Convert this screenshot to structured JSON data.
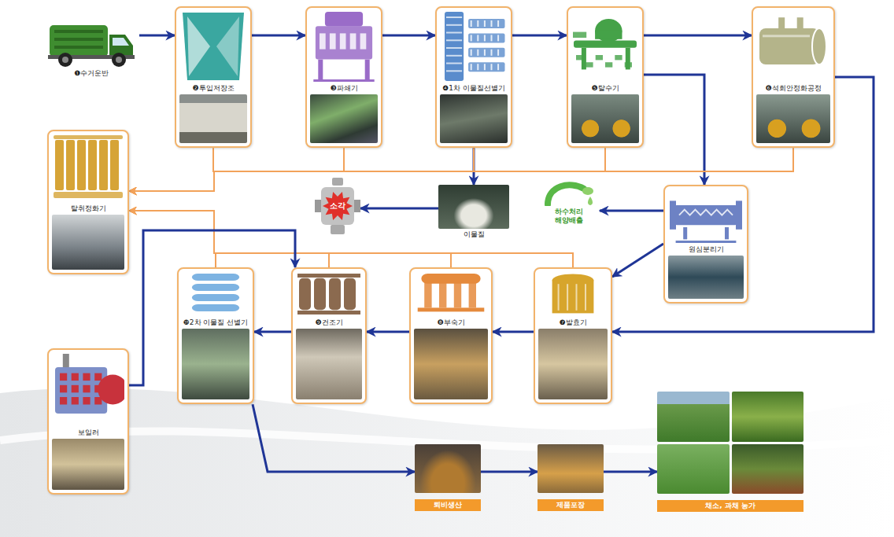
{
  "diagram": {
    "nodes": [
      {
        "text": [
          "❶수거운반"
        ]
      },
      {
        "text": [
          "❷투입저장조"
        ]
      },
      {
        "text": [
          "❸파쇄기"
        ]
      },
      {
        "text": [
          "❹1차 이물질선별기"
        ]
      },
      {
        "text": [
          "❺탈수기"
        ]
      },
      {
        "text": [
          "❻석회안정화공정"
        ]
      },
      {
        "text": [
          "탈취정화기"
        ]
      },
      {
        "text": [
          "소각"
        ]
      },
      {
        "text": [
          "이물질"
        ]
      },
      {
        "text": [
          "하수처리 해양배출"
        ]
      },
      {
        "text": [
          "원심분리기"
        ]
      },
      {
        "text": [
          "❿2차 이물질 선별기"
        ]
      },
      {
        "text": [
          "❾건조기"
        ]
      },
      {
        "text": [
          "❽부숙기"
        ]
      },
      {
        "text": [
          "❼발효기"
        ]
      },
      {
        "text": [
          "보일러"
        ]
      },
      {
        "text": [
          "퇴비생산"
        ]
      },
      {
        "text": [
          "제품포장"
        ]
      },
      {
        "text": [
          "채소, 과채 농가"
        ]
      }
    ],
    "edges": [
      {
        "from": 0,
        "to": 1,
        "arrow": "to"
      },
      {
        "from": 1,
        "to": 2,
        "arrow": "to"
      },
      {
        "from": 2,
        "to": 3,
        "arrow": "to"
      },
      {
        "from": 3,
        "to": 4,
        "arrow": "to"
      },
      {
        "from": 4,
        "to": 5,
        "arrow": "to"
      },
      {
        "from": 3,
        "to": 8,
        "arrow": "to"
      },
      {
        "from": 4,
        "to": 10,
        "arrow": "to"
      },
      {
        "from": 5,
        "to": 14,
        "arrow": "to"
      },
      {
        "from": 10,
        "to": 9,
        "arrow": "to"
      },
      {
        "from": 10,
        "to": 14,
        "arrow": "to"
      },
      {
        "from": 8,
        "to": 7,
        "arrow": "to"
      },
      {
        "from": 1,
        "to": 6,
        "arrow": "to"
      },
      {
        "from": 2,
        "to": 6,
        "arrow": "to"
      },
      {
        "from": 3,
        "to": 6,
        "arrow": "to"
      },
      {
        "from": 4,
        "to": 6,
        "arrow": "to"
      },
      {
        "from": 5,
        "to": 6,
        "arrow": "to"
      },
      {
        "from": 11,
        "to": 6,
        "arrow": "to"
      },
      {
        "from": 12,
        "to": 6,
        "arrow": "to"
      },
      {
        "from": 13,
        "to": 6,
        "arrow": "to"
      },
      {
        "from": 14,
        "to": 6,
        "arrow": "to"
      },
      {
        "from": 14,
        "to": 13,
        "arrow": "to"
      },
      {
        "from": 13,
        "to": 12,
        "arrow": "to"
      },
      {
        "from": 12,
        "to": 11,
        "arrow": "to"
      },
      {
        "from": 15,
        "to": 12,
        "arrow": "to"
      },
      {
        "from": 11,
        "to": 16,
        "arrow": "to"
      },
      {
        "from": 16,
        "to": 17,
        "arrow": "to"
      },
      {
        "from": 17,
        "to": 18,
        "arrow": "to"
      }
    ]
  }
}
